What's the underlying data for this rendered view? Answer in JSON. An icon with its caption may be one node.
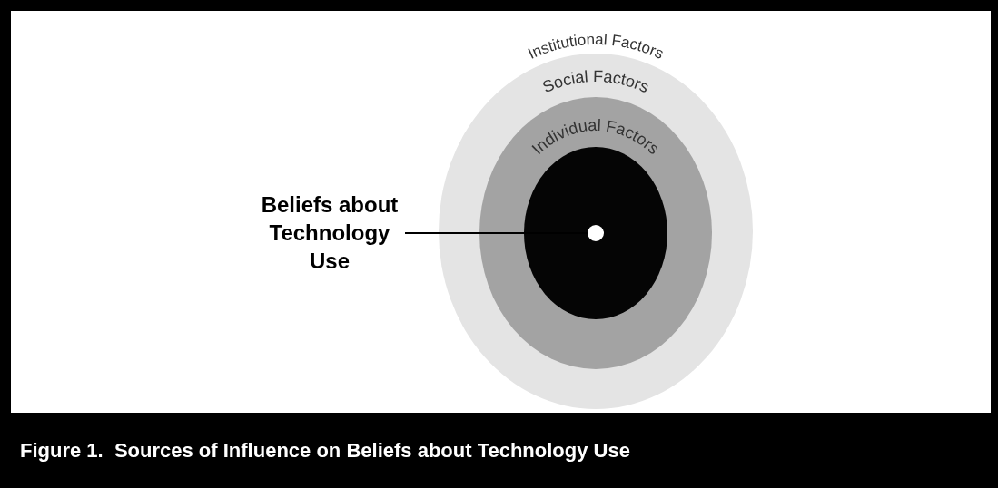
{
  "diagram": {
    "caption": "Figure 1.  Sources of Influence on Beliefs about Technology Use",
    "nodes": [
      {
        "text": [
          "Institutional Factors"
        ]
      },
      {
        "text": [
          "Social Factors"
        ],
        "in": 0
      },
      {
        "text": [
          "Individual Factors"
        ],
        "in": 1
      },
      {
        "text": [],
        "shape": "circle",
        "in": 2
      },
      {
        "text": [
          "Beliefs about Technology Use"
        ]
      }
    ],
    "edges": [
      {
        "from": 4,
        "to": 3,
        "arrow": "none"
      }
    ]
  }
}
